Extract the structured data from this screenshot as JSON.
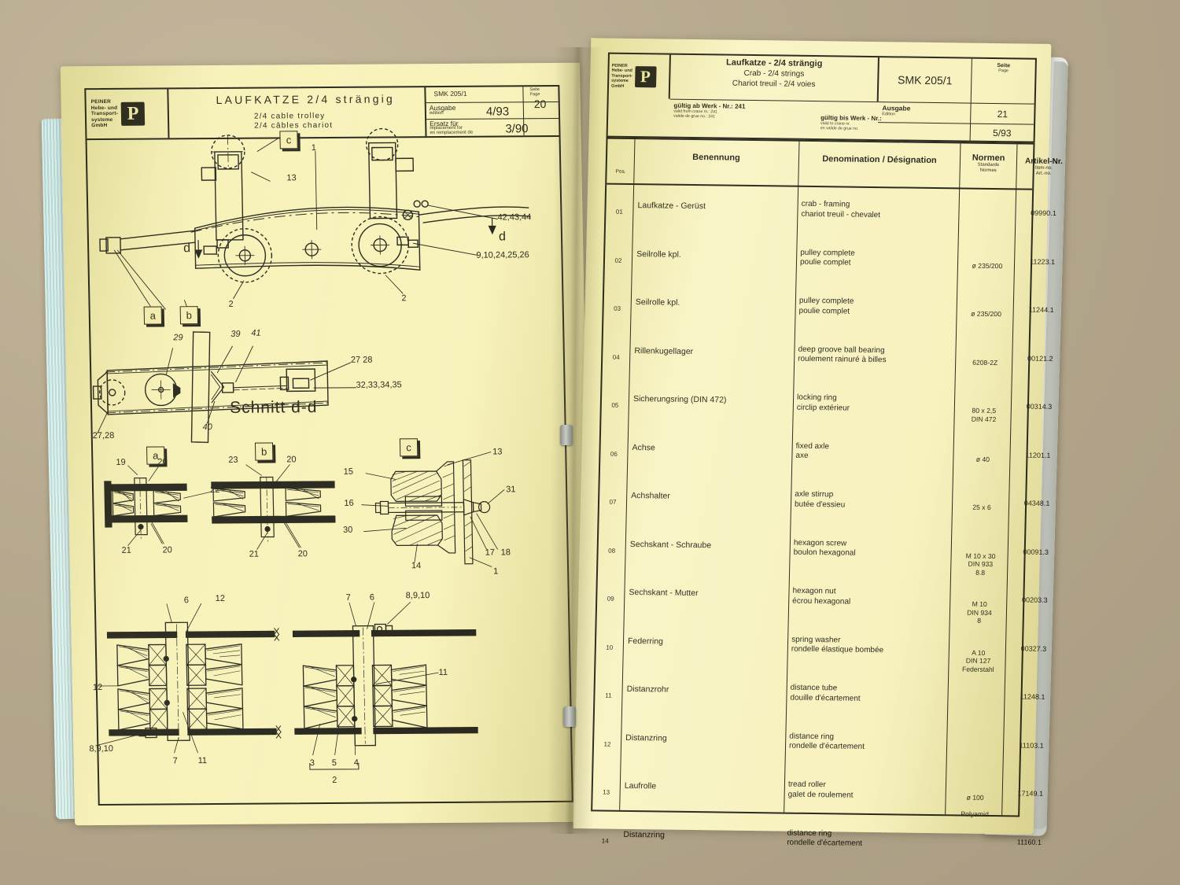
{
  "scene": {
    "description": "Open spare-parts catalogue binder photographed on a desk",
    "desk_color": "#b5a88d",
    "paper_color": "#f4edac",
    "ink_color": "#19180e",
    "tab_pages_color": "#c9e6e0"
  },
  "left_page": {
    "logo": {
      "brand": "PEINER",
      "line1": "Hebe- und",
      "line2": "Transport-",
      "line3": "systeme",
      "line4": "GmbH",
      "mark": "P"
    },
    "title_de": "LAUFKATZE 2/4 strängig",
    "title_en": "2/4 cable trolley",
    "title_fr": "2/4 câbles chariot",
    "drawing_no": "SMK 205/1",
    "seite_label": "Seite",
    "page_label": "Page",
    "seite_value": "20",
    "ausgabe_label": "Ausgabe",
    "edition_label": "edition",
    "ausgabe_value": "4/93",
    "ersatz_label": "Ersatz für",
    "replacement_label": "replacement for",
    "remplacement_label": "en remplacement de",
    "ersatz_value": "3/90",
    "section_title": "Schnitt d-d",
    "detail_markers": [
      "a",
      "b",
      "c"
    ],
    "section_arrow_labels": [
      "d",
      "d"
    ],
    "callouts_top": [
      "13",
      "1",
      "42,43,44",
      "9,10,24,25,26",
      "2",
      "2",
      "c",
      "d",
      "d",
      "a",
      "b"
    ],
    "callouts_middle": [
      "29",
      "39",
      "41",
      "27 28",
      "32,33,34,35",
      "40",
      "27,28"
    ],
    "callouts_detail_a": [
      "19",
      "20",
      "22",
      "21",
      "20"
    ],
    "callouts_detail_b": [
      "23",
      "20",
      "21",
      "20"
    ],
    "callouts_detail_c": [
      "15",
      "16",
      "30",
      "13",
      "31",
      "17",
      "18",
      "14",
      "1"
    ],
    "callouts_section": [
      "6",
      "12",
      "7",
      "6",
      "8,9,10",
      "12",
      "11",
      "8,9,10",
      "7",
      "11",
      "3",
      "5",
      "4",
      "2"
    ]
  },
  "right_page": {
    "logo": {
      "brand": "PEINER",
      "line1": "Hebe- und",
      "line2": "Transport-",
      "line3": "systeme",
      "line4": "GmbH",
      "mark": "P"
    },
    "title_de": "Laufkatze - 2/4 strängig",
    "title_en": "Crab - 2/4 strings",
    "title_fr": "Chariot treuil - 2/4 voies",
    "drawing_no": "SMK 205/1",
    "seite_label": "Seite",
    "page_label": "Page",
    "seite_value": "21",
    "ausgabe_label": "Ausgabe",
    "edition_label": "Edition",
    "ausgabe_value": "5/93",
    "valid_from": {
      "de": "gültig ab  Werk - Nr.: 241",
      "en": "valid from crane nr.: 241",
      "fr": "valide de grue no.: 241"
    },
    "valid_to": {
      "de": "gültig bis Werk - Nr.:",
      "en": "valid to crane nr.",
      "fr": "en valide de grue no."
    },
    "table": {
      "headers": {
        "pos": "Pos.",
        "benennung": "Benennung",
        "denomination": "Denomination / Désignation",
        "normen": "Normen",
        "normen_sub1": "Standards",
        "normen_sub2": "Normes",
        "artikel": "Artikel-Nr.",
        "artikel_sub1": "Item-no.",
        "artikel_sub2": "Art.-no."
      },
      "rows": [
        {
          "pos": "01",
          "benennung": "Laufkatze - Gerüst",
          "den_en": "crab - framing",
          "den_fr": "chariot treuil - chevalet",
          "normen": "",
          "artikel": "09990.1"
        },
        {
          "pos": "02",
          "benennung": "Seilrolle kpl.",
          "den_en": "pulley complete",
          "den_fr": "poulie complet",
          "normen": "ø 235/200",
          "artikel": "11223.1"
        },
        {
          "pos": "03",
          "benennung": "Seilrolle kpl.",
          "den_en": "pulley complete",
          "den_fr": "poulie complet",
          "normen": "ø 235/200",
          "artikel": "11244.1"
        },
        {
          "pos": "04",
          "benennung": "Rillenkugellager",
          "den_en": "deep groove ball bearing",
          "den_fr": "roulement rainuré à billes",
          "normen": "6208-2Z",
          "artikel": "00121.2"
        },
        {
          "pos": "05",
          "benennung": "Sicherungsring (DIN 472)",
          "den_en": "locking ring",
          "den_fr": "circlip extérieur",
          "normen": "80 x 2,5\nDIN 472",
          "artikel": "00314.3"
        },
        {
          "pos": "06",
          "benennung": "Achse",
          "den_en": "fixed axle",
          "den_fr": "axe",
          "normen": "ø 40",
          "artikel": "11201.1"
        },
        {
          "pos": "07",
          "benennung": "Achshalter",
          "den_en": "axle stirrup",
          "den_fr": "butée d'essieu",
          "normen": "25 x 6",
          "artikel": "04348.1"
        },
        {
          "pos": "08",
          "benennung": "Sechskant - Schraube",
          "den_en": "hexagon screw",
          "den_fr": "boulon hexagonal",
          "normen": "M 10 x 30\nDIN 933\n8.8",
          "artikel": "00091.3"
        },
        {
          "pos": "09",
          "benennung": "Sechskant - Mutter",
          "den_en": "hexagon nut",
          "den_fr": "écrou hexagonal",
          "normen": "M 10\nDIN 934\n8",
          "artikel": "00203.3"
        },
        {
          "pos": "10",
          "benennung": "Federring",
          "den_en": "spring washer",
          "den_fr": "rondelle élastique bombée",
          "normen": "A 10\nDIN 127\nFederstahl",
          "artikel": "00327.3"
        },
        {
          "pos": "11",
          "benennung": "Distanzrohr",
          "den_en": "distance tube",
          "den_fr": "douille d'écartement",
          "normen": "",
          "artikel": "11248.1"
        },
        {
          "pos": "12",
          "benennung": "Distanzring",
          "den_en": "distance ring",
          "den_fr": "rondelle d'écartement",
          "normen": "",
          "artikel": "11103.1"
        },
        {
          "pos": "13",
          "benennung": "Laufrolle",
          "den_en": "tread roller",
          "den_fr": "galet de roulement",
          "normen": "ø 100\n\nPolyamid",
          "artikel": "17149.1"
        },
        {
          "pos": "14",
          "benennung": "Distanzring",
          "den_en": "distance ring",
          "den_fr": "rondelle d'écartement",
          "normen": "",
          "artikel": "11160.1"
        }
      ]
    }
  }
}
